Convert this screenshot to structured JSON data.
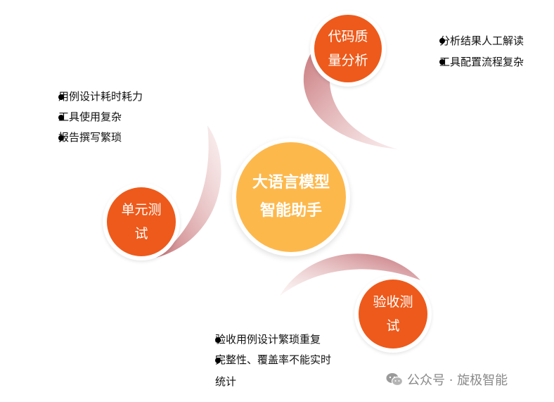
{
  "center": {
    "line1": "大语言模型",
    "line2": "智能助手",
    "color": "#fdb84c"
  },
  "nodes": {
    "code_quality": {
      "line1": "代码质",
      "line2": "量分析",
      "color": "#ee5a1b"
    },
    "unit_test": {
      "line1": "单元测",
      "line2": "试",
      "color": "#ee5a1b"
    },
    "acceptance_test": {
      "line1": "验收测",
      "line2": "试",
      "color": "#ee5a1b"
    }
  },
  "bullets": {
    "code_quality": [
      "分析结果人工解读",
      "工具配置流程复杂"
    ],
    "unit_test": [
      "用例设计耗时耗力",
      "工具使用复杂",
      "报告撰写繁琐"
    ],
    "acceptance_test": [
      "验收用例设计繁琐重复",
      "完整性、覆盖率不能实时",
      "统计"
    ]
  },
  "watermark": {
    "text": "公众号 · 旋极智能",
    "icon": "wechat-icon"
  }
}
